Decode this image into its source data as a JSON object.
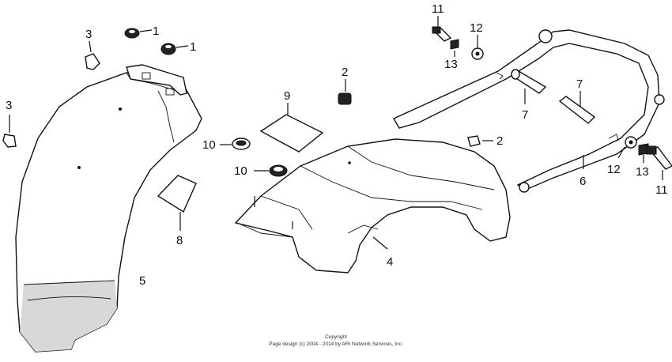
{
  "callouts": [
    {
      "id": "c1a",
      "label": "1"
    },
    {
      "id": "c1b",
      "label": "1"
    },
    {
      "id": "c2a",
      "label": "2"
    },
    {
      "id": "c2b",
      "label": "2"
    },
    {
      "id": "c3a",
      "label": "3"
    },
    {
      "id": "c3b",
      "label": "3"
    },
    {
      "id": "c4",
      "label": "4"
    },
    {
      "id": "c5",
      "label": "5"
    },
    {
      "id": "c6",
      "label": "6"
    },
    {
      "id": "c7a",
      "label": "7"
    },
    {
      "id": "c7b",
      "label": "7"
    },
    {
      "id": "c8",
      "label": "8"
    },
    {
      "id": "c9",
      "label": "9"
    },
    {
      "id": "c10a",
      "label": "10"
    },
    {
      "id": "c10b",
      "label": "10"
    },
    {
      "id": "c11a",
      "label": "11"
    },
    {
      "id": "c11b",
      "label": "11"
    },
    {
      "id": "c12a",
      "label": "12"
    },
    {
      "id": "c12b",
      "label": "12"
    },
    {
      "id": "c13a",
      "label": "13"
    },
    {
      "id": "c13b",
      "label": "13"
    }
  ],
  "copyright": {
    "line1": "Copyright",
    "line2": "Page design (c) 2004 - 2014 by ARI Network Services, Inc."
  }
}
